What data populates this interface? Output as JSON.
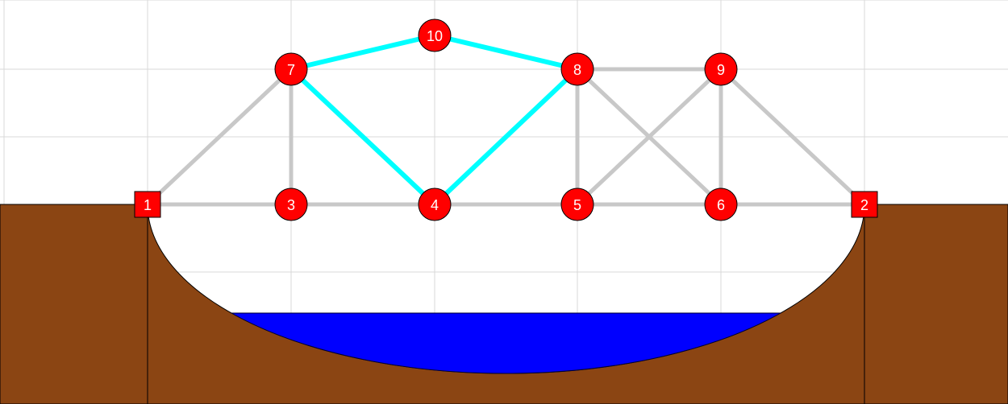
{
  "colors": {
    "background": "#ffffff",
    "grid": "#d9d9d9",
    "ground": "#8b4513",
    "water": "#0000ff",
    "node_fill": "#ff0000",
    "node_stroke": "#000000",
    "node_text": "#ffffff",
    "member": "#c8c8c8",
    "highlighted_member": "#00ffff"
  },
  "supports": [
    {
      "id": "1",
      "label": "1",
      "shape": "square"
    },
    {
      "id": "2",
      "label": "2",
      "shape": "square"
    }
  ],
  "joints": [
    {
      "id": "3",
      "label": "3",
      "shape": "circle"
    },
    {
      "id": "4",
      "label": "4",
      "shape": "circle"
    },
    {
      "id": "5",
      "label": "5",
      "shape": "circle"
    },
    {
      "id": "6",
      "label": "6",
      "shape": "circle"
    },
    {
      "id": "7",
      "label": "7",
      "shape": "circle"
    },
    {
      "id": "8",
      "label": "8",
      "shape": "circle"
    },
    {
      "id": "9",
      "label": "9",
      "shape": "circle"
    },
    {
      "id": "10",
      "label": "10",
      "shape": "circle"
    }
  ],
  "members": [
    {
      "from": "1",
      "to": "3",
      "highlighted": false
    },
    {
      "from": "3",
      "to": "4",
      "highlighted": false
    },
    {
      "from": "4",
      "to": "5",
      "highlighted": false
    },
    {
      "from": "5",
      "to": "6",
      "highlighted": false
    },
    {
      "from": "6",
      "to": "2",
      "highlighted": false
    },
    {
      "from": "1",
      "to": "7",
      "highlighted": false
    },
    {
      "from": "7",
      "to": "3",
      "highlighted": false
    },
    {
      "from": "8",
      "to": "5",
      "highlighted": false
    },
    {
      "from": "8",
      "to": "9",
      "highlighted": false
    },
    {
      "from": "8",
      "to": "6",
      "highlighted": false
    },
    {
      "from": "9",
      "to": "5",
      "highlighted": false
    },
    {
      "from": "9",
      "to": "6",
      "highlighted": false
    },
    {
      "from": "9",
      "to": "2",
      "highlighted": false
    },
    {
      "from": "7",
      "to": "10",
      "highlighted": true
    },
    {
      "from": "10",
      "to": "8",
      "highlighted": true
    },
    {
      "from": "7",
      "to": "4",
      "highlighted": true
    },
    {
      "from": "4",
      "to": "8",
      "highlighted": true
    }
  ]
}
